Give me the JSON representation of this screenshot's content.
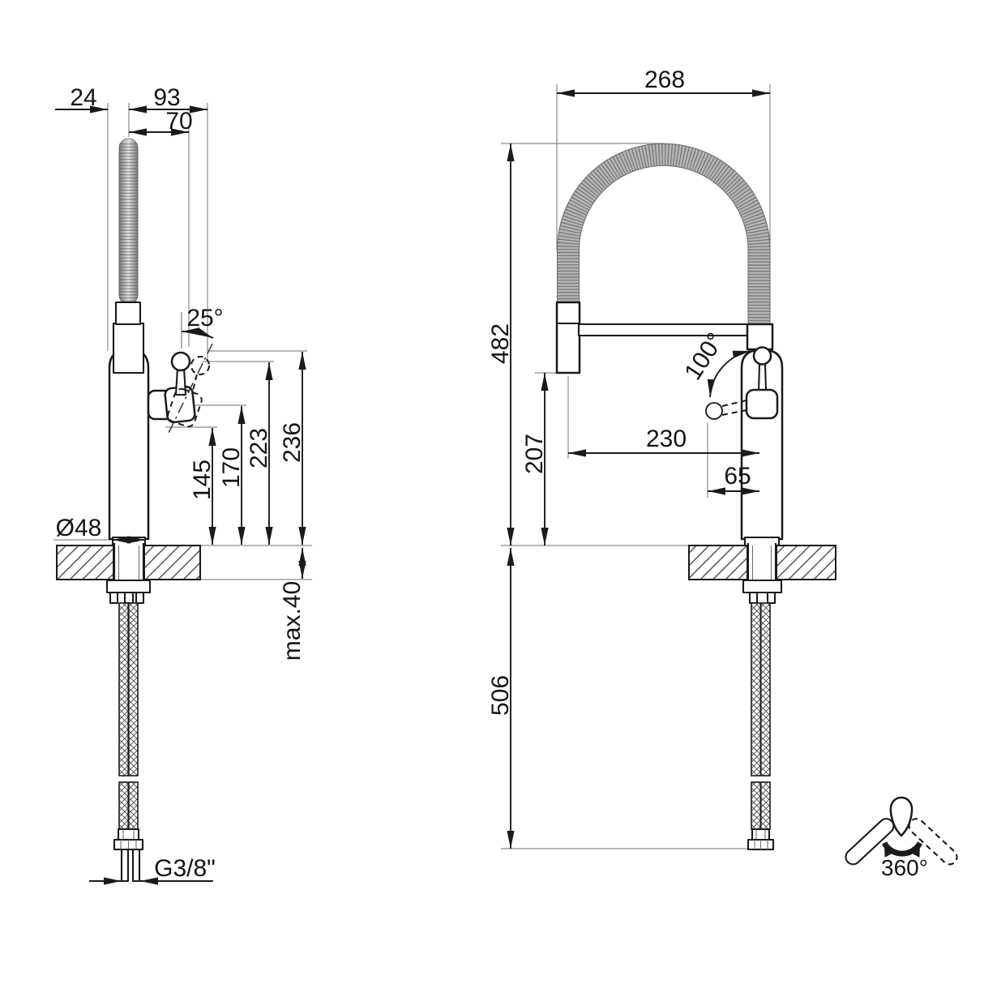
{
  "drawing": {
    "type": "technical dimension drawing, kitchen faucet with spring spout, two orthographic views",
    "colors": {
      "line": "#1a1a1a",
      "extension_line": "#8a8a8a",
      "spring_fill": "#b5b5b5",
      "background": "#ffffff"
    },
    "side_view": {
      "offset_24": "24",
      "span_93": "93",
      "span_70": "70",
      "handle_angle": "25°",
      "height_145": "145",
      "height_170": "170",
      "height_223": "223",
      "height_236": "236",
      "base_diameter": "Ø48",
      "counter_thickness": "max.40",
      "thread": "G3/8\""
    },
    "front_view": {
      "width_268": "268",
      "height_482": "482",
      "handle_swivel_angle": "100°",
      "reach_230": "230",
      "handle_offset_65": "65",
      "spout_height_207": "207",
      "hose_drop_506": "506"
    },
    "rotation_icon": {
      "label": "360°"
    }
  }
}
